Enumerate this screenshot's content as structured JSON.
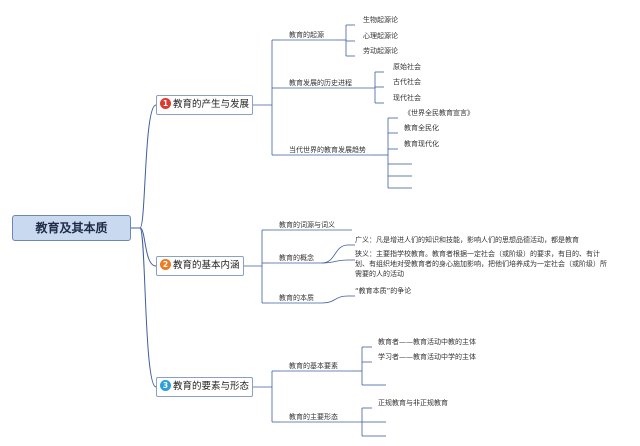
{
  "root": {
    "title": "教育及其本质"
  },
  "branches": [
    {
      "number": "1",
      "badge_color": "#e03a2f",
      "title": "教育的产生与发展",
      "topics": [
        {
          "label": "教育的起源",
          "items": [
            "生物起源论",
            "心理起源论",
            "劳动起源论"
          ]
        },
        {
          "label": "教育发展的历史进程",
          "items": [
            "原始社会",
            "古代社会",
            "现代社会"
          ]
        },
        {
          "label": "当代世界的教育发展趋势",
          "items": [
            "《世界全民教育宣言》",
            "教育全民化",
            "教育现代化",
            "",
            "",
            ""
          ]
        }
      ]
    },
    {
      "number": "2",
      "badge_color": "#ee7a22",
      "title": "教育的基本内涵",
      "topics": [
        {
          "label": "教育的词源与词义",
          "items": []
        },
        {
          "label": "教育的概念",
          "items": [
            "广义：凡是增进人们的知识和技能，影响人们的思想品德活动，都是教育",
            "狭义：主要指学校教育。教育者根据一定社会（或阶级）的要求，有目的、有计划、有组织地对受教育者的身心施加影响，把他们培养成为一定社会（或阶级）所需要的人的活动"
          ]
        },
        {
          "label": "教育的本质",
          "items": [
            "“教育本质”的争论"
          ]
        }
      ]
    },
    {
      "number": "3",
      "badge_color": "#2d9fd8",
      "title": "教育的要素与形态",
      "topics": [
        {
          "label": "教育的基本要素",
          "items": [
            "教育者——教育活动中教的主体",
            "学习者——教育活动中学的主体",
            ""
          ]
        },
        {
          "label": "教育的主要形态",
          "items": [
            "正规教育与非正规教育",
            "",
            ""
          ]
        }
      ]
    }
  ],
  "colors": {
    "line": "#3f5f9c"
  }
}
